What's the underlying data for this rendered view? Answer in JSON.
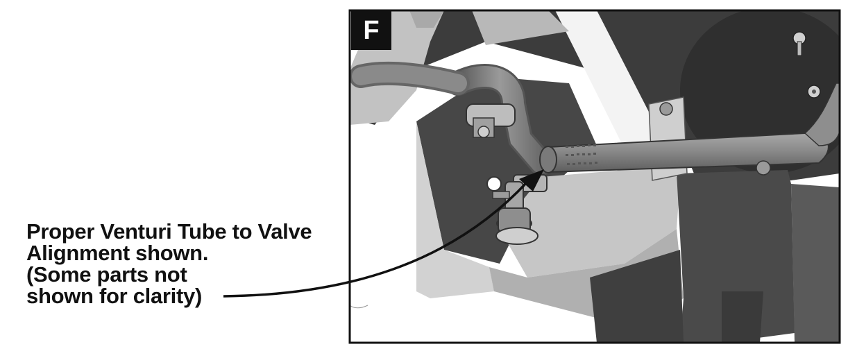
{
  "figure": {
    "label": "F"
  },
  "caption": {
    "lines": [
      "Proper Venturi Tube to Valve",
      "Alignment shown.",
      "(Some parts not",
      "shown for clarity)"
    ]
  },
  "colors": {
    "frame": "#111111",
    "dark_metal": "#3e3e3e",
    "mid_metal": "#7c7c7c",
    "light_metal": "#c4c4c4"
  }
}
